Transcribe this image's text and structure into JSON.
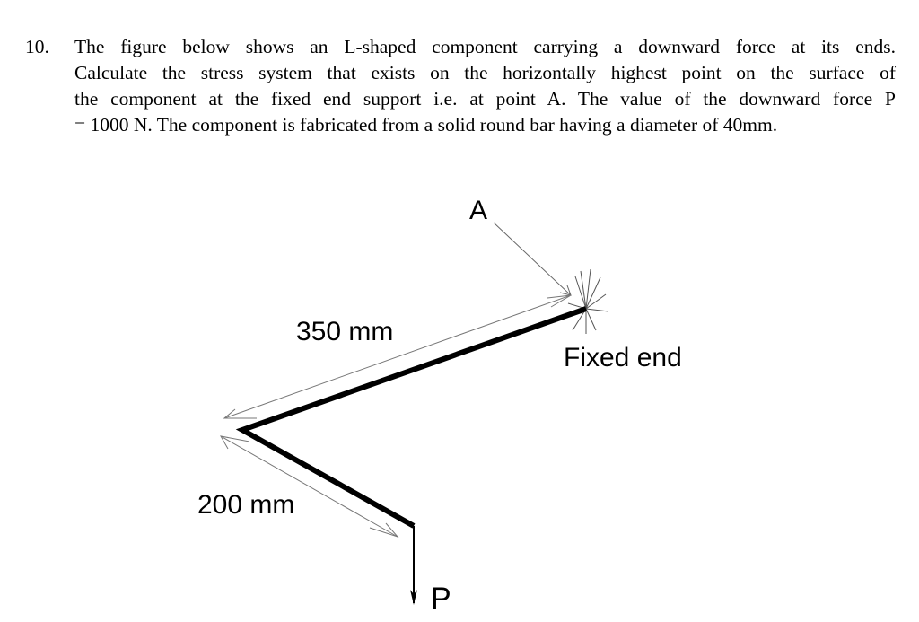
{
  "question": {
    "number": "10.",
    "lines": [
      "The figure below shows an L-shaped component carrying a downward force at its ends.",
      "Calculate the stress system that exists on the horizontally highest  point on the surface of",
      "the component at the fixed end support i.e. at point A. The value of the downward force P",
      "= 1000 N. The component is fabricated from a solid round bar having a diameter of 40mm."
    ]
  },
  "figure": {
    "point_label": "A",
    "fixed_end_label": "Fixed end",
    "long_arm_dimension": "350 mm",
    "short_arm_dimension": "200 mm",
    "force_label": "P",
    "colors": {
      "bar": "#000000",
      "dimension_lines": "#777777"
    }
  }
}
